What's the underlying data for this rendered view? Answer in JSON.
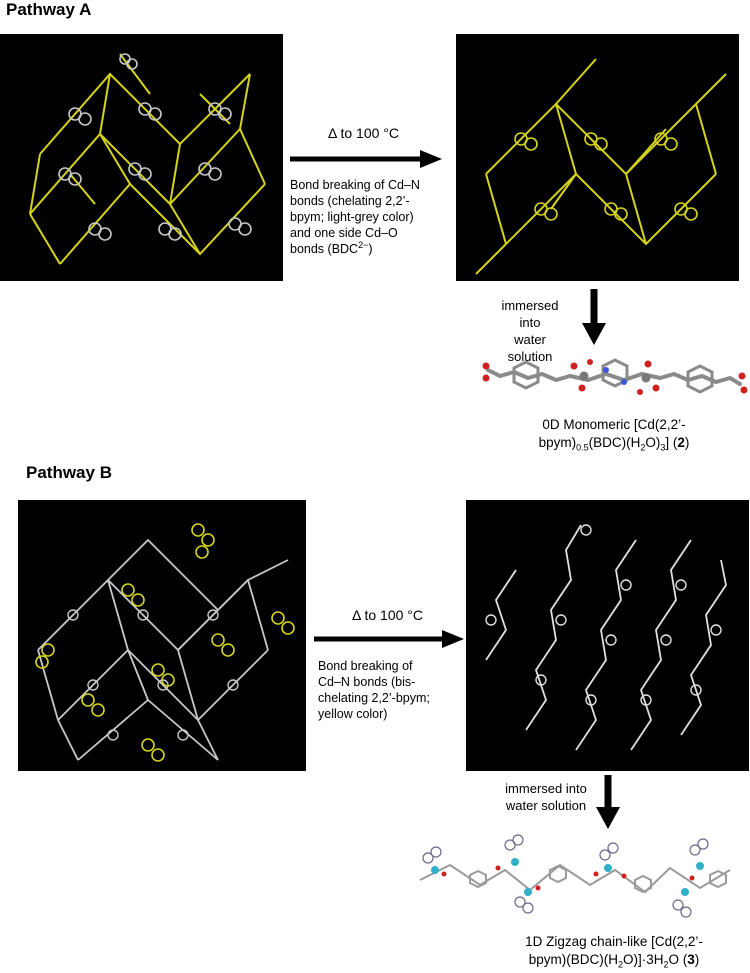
{
  "pathway_a": {
    "heading": "Pathway A",
    "step1": {
      "condition": "Δ to 100 °C",
      "desc_line1": "Bond breaking of Cd–N",
      "desc_line2": "bonds (chelating 2,2’-",
      "desc_line3": "bpym; light-grey color)",
      "desc_line4": "and one side Cd–O",
      "desc_line5_pre": "bonds (BDC",
      "desc_line5_sup": "2−",
      "desc_line5_post": ")"
    },
    "step2": {
      "line1": "immersed into",
      "line2": "water solution"
    },
    "product": {
      "line1": "0D Monomeric [Cd(2,2’-",
      "l2_a": "bpym)",
      "l2_sub1": "0.5",
      "l2_b": "(BDC)(H",
      "l2_sub2": "2",
      "l2_c": "O)",
      "l2_sub3": "3",
      "l2_d": "] (",
      "l2_num": "2",
      "l2_e": ")"
    }
  },
  "pathway_b": {
    "heading": "Pathway B",
    "step1": {
      "condition": "Δ to 100 °C",
      "desc_line1": "Bond breaking of",
      "desc_line2": "Cd–N bonds (bis-",
      "desc_line3": "chelating 2,2’-bpym;",
      "desc_line4": "yellow color)"
    },
    "step2": {
      "line1": "immersed into",
      "line2": "water solution"
    },
    "product": {
      "line1": "1D Zigzag chain-like [Cd(2,2’-",
      "l2_a": "bpym)(BDC)(H",
      "l2_sub1": "2",
      "l2_b": "O)]·3H",
      "l2_sub2": "2",
      "l2_c": "O (",
      "l2_num": "3",
      "l2_d": ")"
    }
  },
  "colors": {
    "panel_bg": "#000000",
    "yellow_linker": "#d6d41a",
    "grey_ligand": "#c8c8c8",
    "cadmium": "#2fb0c8",
    "oxygen": "#d0201f",
    "nitrogen": "#3a55d6"
  }
}
